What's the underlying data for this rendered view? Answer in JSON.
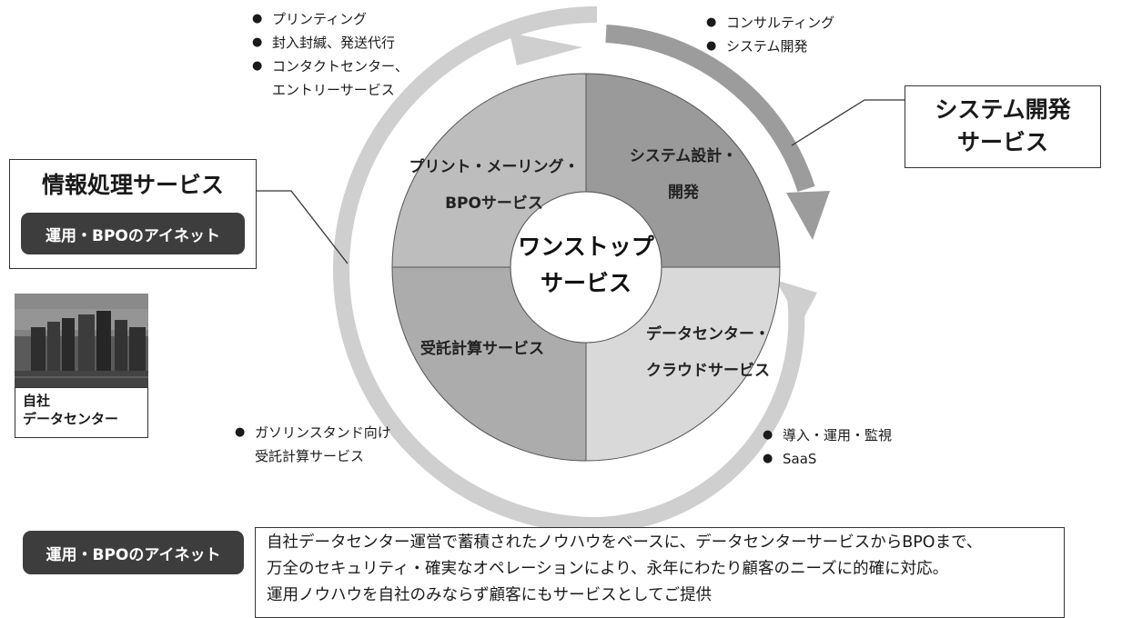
{
  "center": {
    "line1": "ワンストップ",
    "line2": "サービス"
  },
  "segments": {
    "top_left": {
      "line1": "プリント・メーリング・",
      "line2": "BPOサービス"
    },
    "top_right": {
      "line1": "システム設計・",
      "line2": "開発"
    },
    "bottom_left": {
      "line1": "受託計算サービス"
    },
    "bottom_right": {
      "line1": "データセンター・",
      "line2": "クラウドサービス"
    }
  },
  "bullets": {
    "top_left": [
      {
        "lines": [
          "プリンティング"
        ]
      },
      {
        "lines": [
          "封入封緘、発送代行"
        ]
      },
      {
        "lines": [
          "コンタクトセンター、",
          "エントリーサービス"
        ]
      }
    ],
    "top_right": [
      {
        "lines": [
          "コンサルティング"
        ]
      },
      {
        "lines": [
          "システム開発"
        ]
      }
    ],
    "bottom_left": [
      {
        "lines": [
          "ガソリンスタンド向け",
          "受託計算サービス"
        ]
      }
    ],
    "bottom_right": [
      {
        "lines": [
          "導入・運用・監視"
        ]
      },
      {
        "lines": [
          "SaaS"
        ]
      }
    ]
  },
  "left_box": {
    "title": "情報処理サービス",
    "badge": "運用・BPOのアイネット"
  },
  "right_box": {
    "line1": "システム開発",
    "line2": "サービス"
  },
  "datacenter": {
    "line1": "自社",
    "line2": "データセンター"
  },
  "bottom": {
    "badge": "運用・BPOのアイネット",
    "lines": [
      "自社データセンター運営で蓄積されたノウハウをベースに、データセンターサービスからBPOまで、",
      "万全のセキュリティ・確実なオペレーションにより、永年にわたり顧客のニーズに的確に対応。",
      "運用ノウハウを自社のみならず顧客にもサービスとしてご提供"
    ]
  },
  "bullet_symbol": "●",
  "colors": {
    "segment_top_left": "#bdbdbd",
    "segment_top_right": "#9a9a9a",
    "segment_bottom_left": "#acacac",
    "segment_bottom_right": "#d9d9d9",
    "outer_arrow_light": "#cfcfcf",
    "outer_arrow_dark": "#9c9c9c",
    "badge_bg": "#3d3d3d"
  }
}
